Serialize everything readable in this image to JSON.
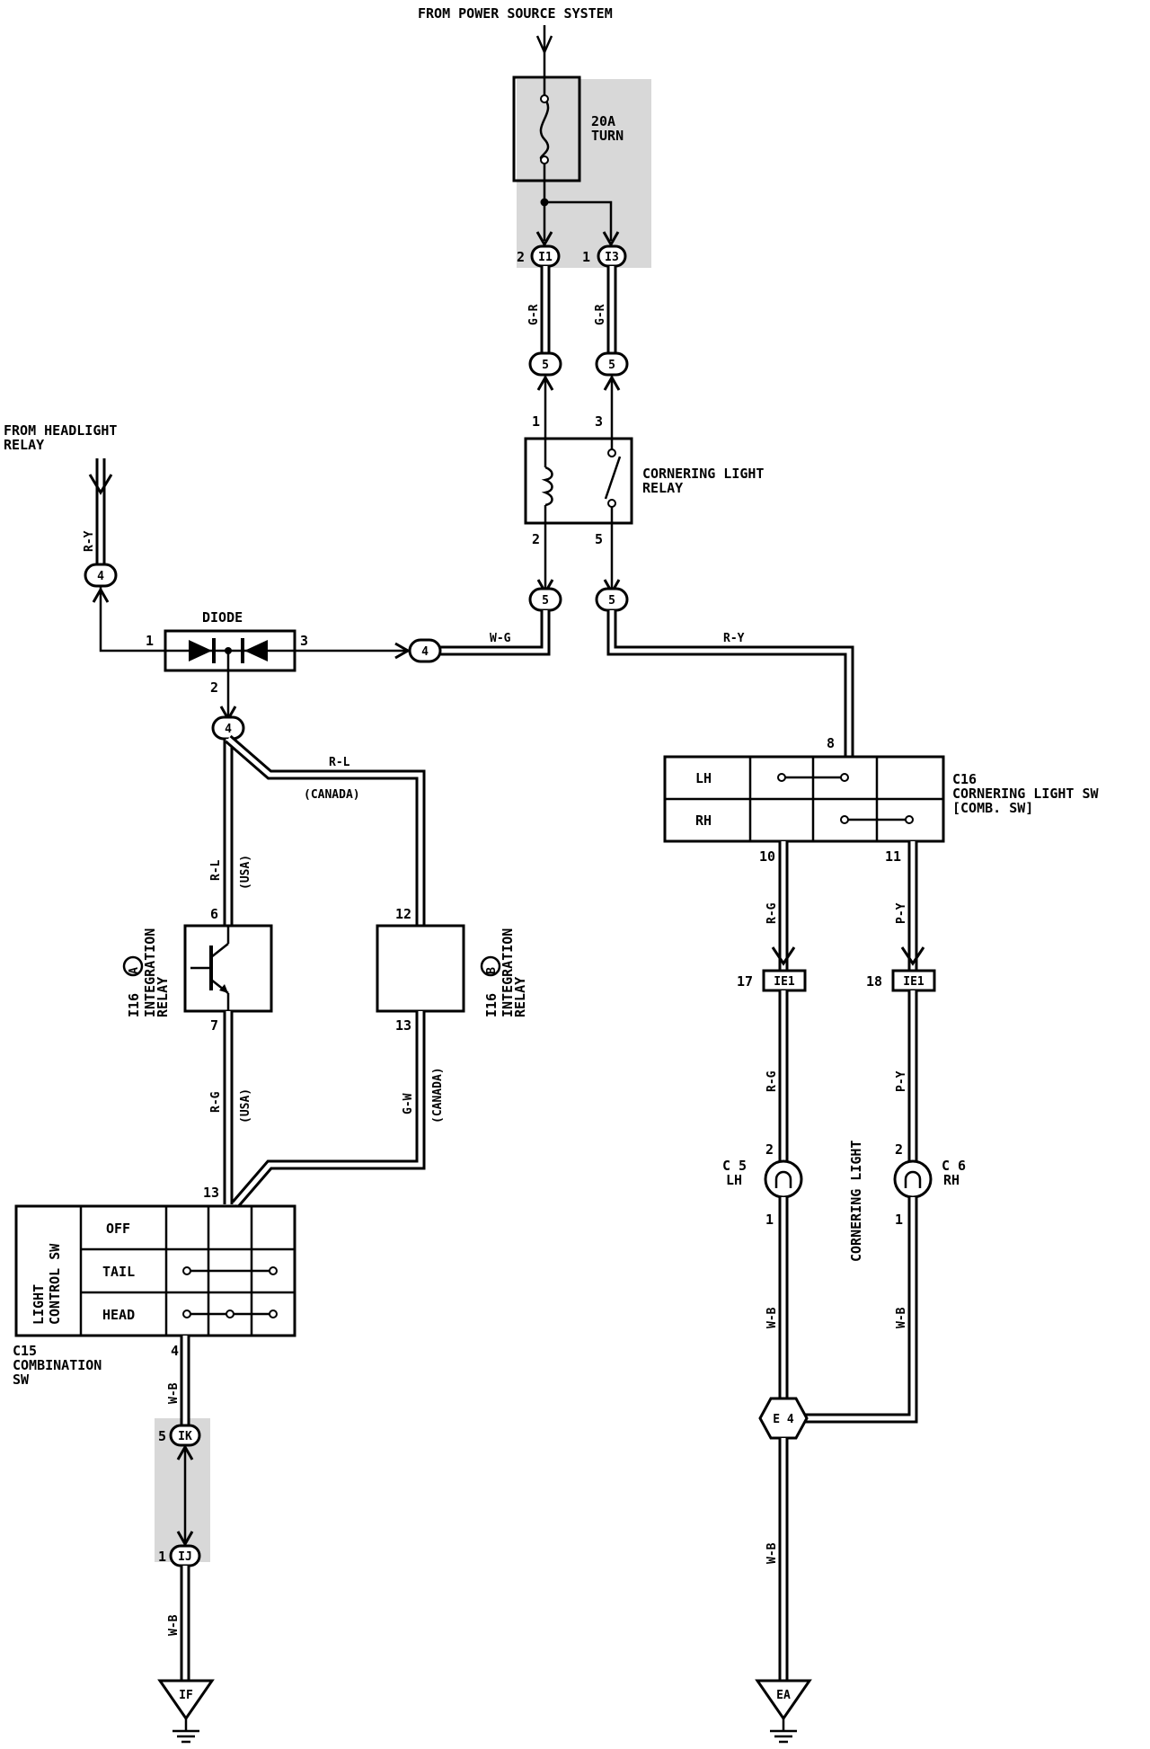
{
  "labels": {
    "from_power": "FROM POWER SOURCE SYSTEM",
    "fuse_amp": "20A",
    "fuse_name": "TURN",
    "from_headlight_1": "FROM HEADLIGHT",
    "from_headlight_2": "RELAY",
    "relay_1": "CORNERING LIGHT",
    "relay_2": "RELAY",
    "diode": "DIODE",
    "c16_id": "C16",
    "c16_1": "CORNERING LIGHT SW",
    "c16_2": "[COMB. SW]",
    "i16a_1": "I16",
    "i16a_2": "INTEGRATION",
    "i16a_3": "RELAY",
    "i16b_1": "I16",
    "i16b_2": "INTEGRATION",
    "i16b_3": "RELAY",
    "sub_a": "A",
    "sub_b": "B",
    "c15_id": "C15",
    "c15_1": "COMBINATION",
    "c15_2": "SW",
    "light_ctrl_1": "LIGHT",
    "light_ctrl_2": "CONTROL SW",
    "off": "OFF",
    "tail": "TAIL",
    "head": "HEAD",
    "lh": "LH",
    "rh": "RH",
    "c5": "C 5",
    "c5_side": "LH",
    "c6": "C 6",
    "c6_side": "RH",
    "cornering_light": "CORNERING LIGHT",
    "usa": "(USA)",
    "canada": "(CANADA)"
  },
  "wires": {
    "gr": "G-R",
    "ry": "R-Y",
    "wg": "W-G",
    "rl": "R-L",
    "rg": "R-G",
    "gw": "G-W",
    "py": "P-Y",
    "wb": "W-B"
  },
  "connectors": {
    "i1": "I1",
    "i3": "I3",
    "c5_conn": "5",
    "c4_conn": "4",
    "ie1": "IE1",
    "ik": "IK",
    "ij": "IJ",
    "e4": "E 4",
    "if_ground": "IF",
    "ea_ground": "EA"
  },
  "pins": {
    "p1": "1",
    "p2": "2",
    "p3": "3",
    "p4": "4",
    "p5": "5",
    "p6": "6",
    "p7": "7",
    "p8": "8",
    "p10": "10",
    "p11": "11",
    "p12": "12",
    "p13": "13",
    "p17": "17",
    "p18": "18"
  }
}
